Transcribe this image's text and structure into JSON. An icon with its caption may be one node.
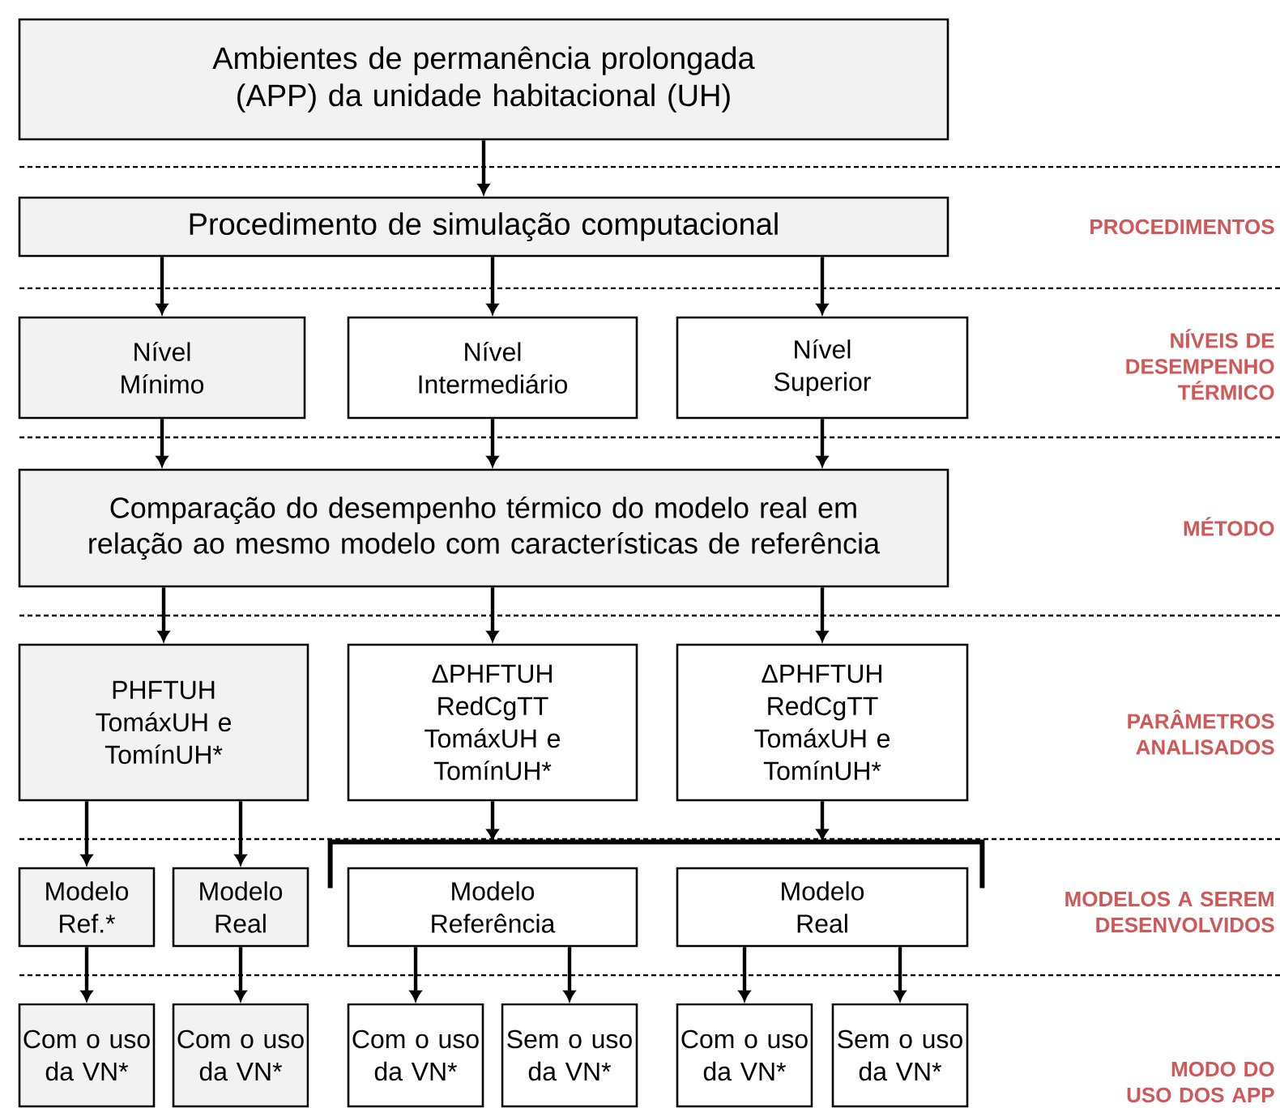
{
  "diagram": {
    "nodes": [
      {
        "text": [
          "Ambientes de permanência prolongada (APP) da unidade habitacional (UH)"
        ]
      },
      {
        "text": [
          "Procedimento de simulação computacional"
        ]
      },
      {
        "text": [
          "Nível Mínimo"
        ]
      },
      {
        "text": [
          "Nível Intermediário"
        ]
      },
      {
        "text": [
          "Nível Superior"
        ]
      },
      {
        "text": [
          "Comparação do desempenho térmico do modelo real em relação ao mesmo modelo com características de referência"
        ]
      },
      {
        "text": [
          "PHFTUH TomáxUH e TomínUH*"
        ]
      },
      {
        "text": [
          "ΔPHFTUH RedCgTT TomáxUH e TomínUH*"
        ]
      },
      {
        "text": [
          "ΔPHFTUH RedCgTT TomáxUH e TomínUH*"
        ]
      },
      {
        "text": [
          "Modelo Ref.*"
        ]
      },
      {
        "text": [
          "Modelo Real"
        ]
      },
      {
        "text": [],
        "shape": "bracket"
      },
      {
        "text": [
          "Modelo Referência"
        ]
      },
      {
        "text": [
          "Modelo Real"
        ]
      },
      {
        "text": [
          "Com o uso da VN*"
        ]
      },
      {
        "text": [
          "Com o uso da VN*"
        ]
      },
      {
        "text": [
          "Com o uso da VN*"
        ]
      },
      {
        "text": [
          "Sem o uso da VN*"
        ]
      },
      {
        "text": [
          "Com o uso da VN*"
        ]
      },
      {
        "text": [
          "Sem o uso da VN*"
        ]
      }
    ],
    "edges": [
      {
        "from": 0,
        "to": 1,
        "arrow": "to"
      },
      {
        "from": 1,
        "to": 2,
        "arrow": "to"
      },
      {
        "from": 1,
        "to": 3,
        "arrow": "to"
      },
      {
        "from": 1,
        "to": 4,
        "arrow": "to"
      },
      {
        "from": 2,
        "to": 5,
        "arrow": "to"
      },
      {
        "from": 3,
        "to": 5,
        "arrow": "to"
      },
      {
        "from": 4,
        "to": 5,
        "arrow": "to"
      },
      {
        "from": 5,
        "to": 6,
        "arrow": "to"
      },
      {
        "from": 5,
        "to": 7,
        "arrow": "to"
      },
      {
        "from": 5,
        "to": 8,
        "arrow": "to"
      },
      {
        "from": 6,
        "to": 9,
        "arrow": "to"
      },
      {
        "from": 6,
        "to": 10,
        "arrow": "to"
      },
      {
        "from": 7,
        "to": 11,
        "arrow": "to"
      },
      {
        "from": 8,
        "to": 11,
        "arrow": "to"
      },
      {
        "from": 9,
        "to": 14,
        "arrow": "to"
      },
      {
        "from": 10,
        "to": 15,
        "arrow": "to"
      },
      {
        "from": 12,
        "to": 16,
        "arrow": "to"
      },
      {
        "from": 12,
        "to": 17,
        "arrow": "to"
      },
      {
        "from": 13,
        "to": 18,
        "arrow": "to"
      },
      {
        "from": 13,
        "to": 19,
        "arrow": "to"
      }
    ],
    "labels": [
      "PROCEDIMENTOS",
      "NÍVEIS DE DESEMPENHO TÉRMICO",
      "MÉTODO",
      "PARÂMETROS ANALISADOS",
      "MODELOS A SEREM DESENVOLVIDOS",
      "MODO DO USO DOS APP"
    ]
  }
}
